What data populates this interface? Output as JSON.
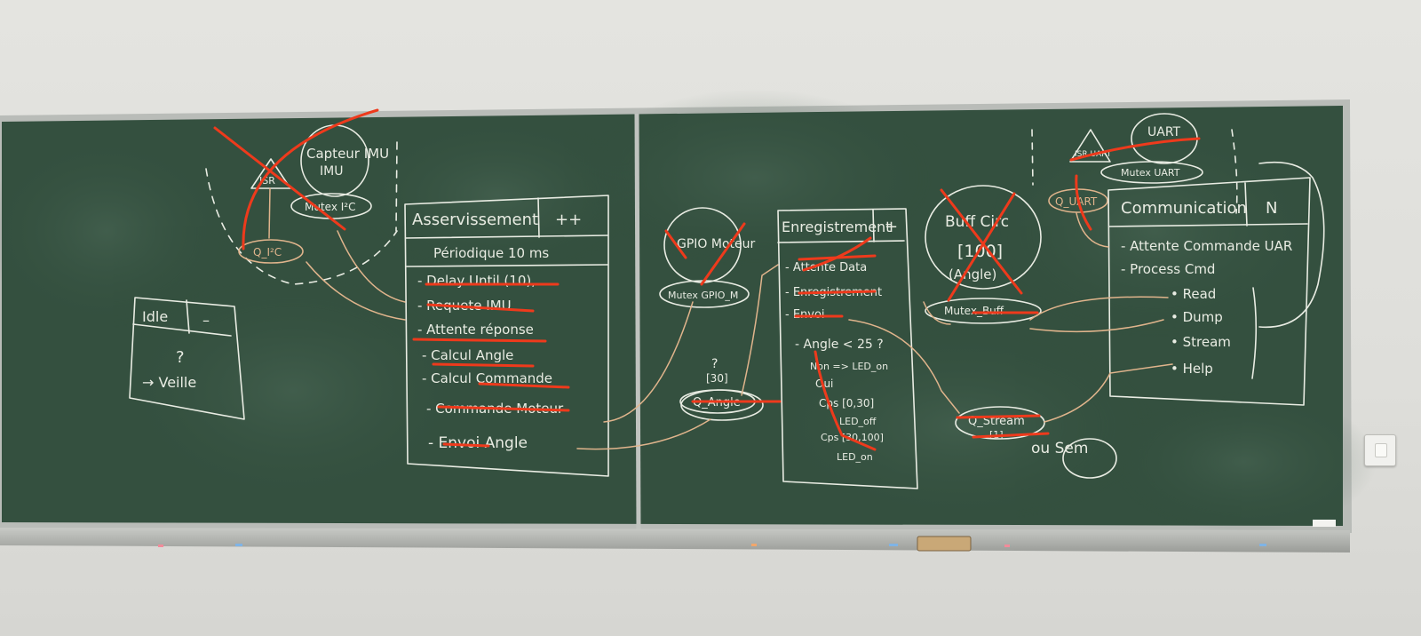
{
  "left_board": {
    "imu_sensor_label": "Capteur IMU",
    "imu_sensor_label_line2": "IMU",
    "isr_label": "ISR",
    "mutex_i2c_label": "Mutex I²C",
    "q_i2c_label": "Q_I²C",
    "idle_box": {
      "title": "Idle",
      "priority": "–",
      "question": "?",
      "state": "→ Veille"
    },
    "asservissement_box": {
      "title": "Asservissement",
      "priority": "++",
      "period": "Périodique 10 ms",
      "steps": [
        "- Delay Until (10),",
        "- Requete IMU",
        "- Attente réponse",
        "- Calcul Angle",
        "- Calcul Commande",
        "- Commande Moteur",
        "- Envoi Angle"
      ]
    }
  },
  "right_board": {
    "gpio_label": "GPIO Moteur",
    "mutex_gpio_label": "Mutex GPIO_M",
    "q_angle_label": "Q_Angle",
    "q_angle_size": "[30]",
    "q_angle_question": "?",
    "enregistrement_box": {
      "title": "Enregistrement",
      "priority": "+",
      "steps": [
        "- Attente Data",
        "- Enregistrement",
        "- Envoi",
        "- Angle < 25 ?",
        "Non => LED_on",
        "Oui",
        "Cps [0,30]",
        "LED_off",
        "Cps [30,100]",
        "LED_on"
      ]
    },
    "buffer_label": "Buff Circ",
    "buffer_size": "[100]",
    "buffer_unit": "(Angle)",
    "mutex_buff_label": "Mutex_Buff",
    "q_stream_label": "Q_Stream",
    "q_stream_size": "[1]",
    "or_sem_label": "ou Sem",
    "isr_uart_label": "ISR UART",
    "uart_label": "UART",
    "mutex_uart_label": "Mutex UART",
    "q_uart_label": "Q_UART",
    "communication_box": {
      "title": "Communication",
      "priority": "N",
      "steps": [
        "- Attente Commande UAR",
        "- Process Cmd",
        "• Read",
        "• Dump",
        "• Stream",
        "• Help"
      ]
    }
  },
  "colors": {
    "board": "#34503f",
    "chalk": "#e9ece3",
    "red_marker": "#ee3a1c",
    "orange_chalk": "#e0b48c",
    "frame": "#b9bcb8"
  }
}
